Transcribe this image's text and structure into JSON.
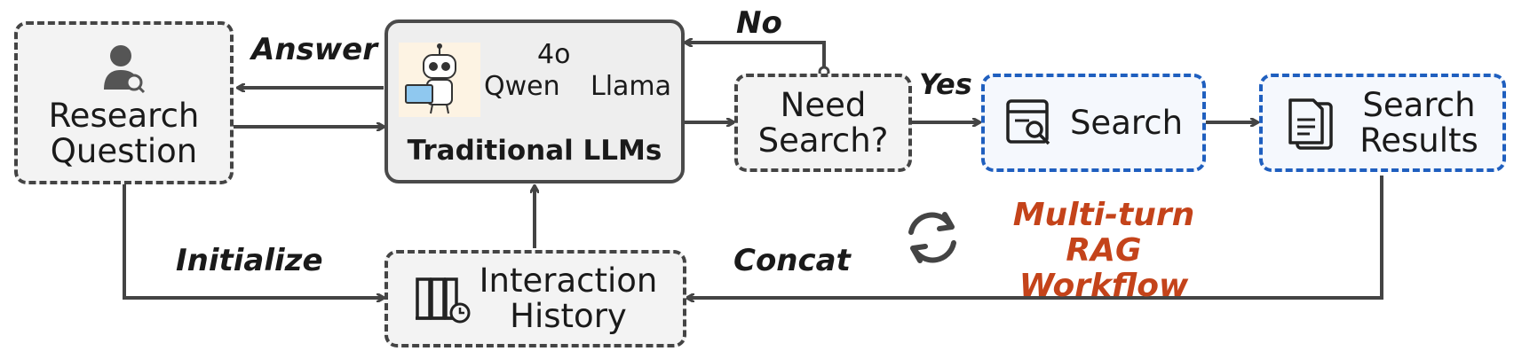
{
  "nodes": {
    "research_question": "Research\nQuestion",
    "traditional_llms": "Traditional LLMs",
    "need_search": "Need\nSearch?",
    "search": "Search",
    "search_results": "Search\nResults",
    "interaction_history": "Interaction\nHistory"
  },
  "models": {
    "m1": "4o",
    "m2": "Qwen",
    "m3": "Llama"
  },
  "edges": {
    "answer": "Answer",
    "no": "No",
    "yes": "Yes",
    "initialize": "Initialize",
    "concat": "Concat"
  },
  "workflow_label": "Multi-turn RAG\nWorkflow",
  "icons": [
    "user-search-icon",
    "robot-icon",
    "search-doc-icon",
    "documents-icon",
    "archive-clock-icon",
    "cycle-icon"
  ],
  "colors": {
    "dark": "#444444",
    "blue": "#1f5fbf",
    "orange": "#c4431a"
  }
}
